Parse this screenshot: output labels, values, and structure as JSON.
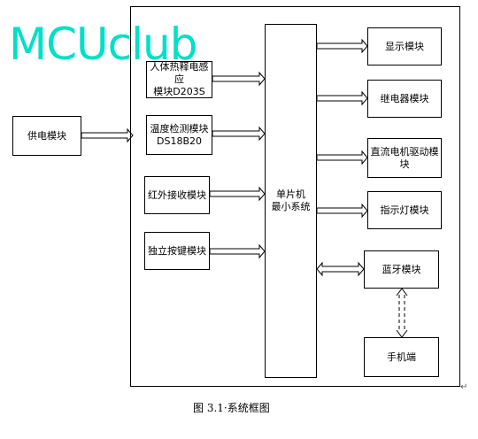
{
  "watermark": "MCUclub",
  "caption": "图 3.1·系统框图",
  "blocks": {
    "power": "供电模块",
    "pir": "人体热释电感应\n模块D203S",
    "temp": "温度检测模块\nDS18B20",
    "ir": "红外接收模块",
    "key": "独立按键模块",
    "mcu": "单片机\n最小系统",
    "display": "显示模块",
    "relay": "继电器模块",
    "motor": "直流电机驱动模块",
    "led": "指示灯模块",
    "bt": "蓝牙模块",
    "phone": "手机端"
  }
}
